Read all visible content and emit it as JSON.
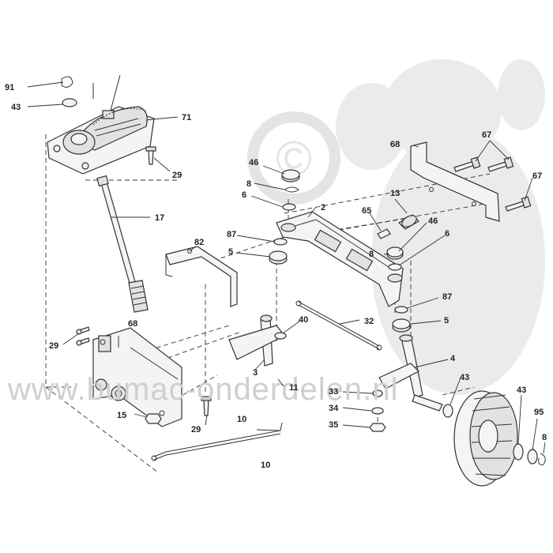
{
  "watermark": {
    "text": "www.bumac-onderdelen.nl",
    "symbol": "©"
  },
  "labels": {
    "l91": "91",
    "l43a": "43",
    "l71": "71",
    "l29a": "29",
    "l17": "17",
    "l82": "82",
    "l68a": "68",
    "l29b": "29",
    "l15": "15",
    "l29c": "29",
    "l10a": "10",
    "l10b": "10",
    "l46a": "46",
    "l8a": "8",
    "l6a": "6",
    "l2": "2",
    "l87a": "87",
    "l5a": "5",
    "l13": "13",
    "l65": "65",
    "l46b": "46",
    "l8b": "8",
    "l6b": "6",
    "l68b": "68",
    "l67a": "67",
    "l67b": "67",
    "l40": "40",
    "l32": "32",
    "l3": "3",
    "l11": "11",
    "l87b": "87",
    "l5b": "5",
    "l4": "4",
    "l33": "33",
    "l34": "34",
    "l35": "35",
    "l43b": "43",
    "l43c": "43",
    "l95": "95",
    "l8c": "8"
  }
}
